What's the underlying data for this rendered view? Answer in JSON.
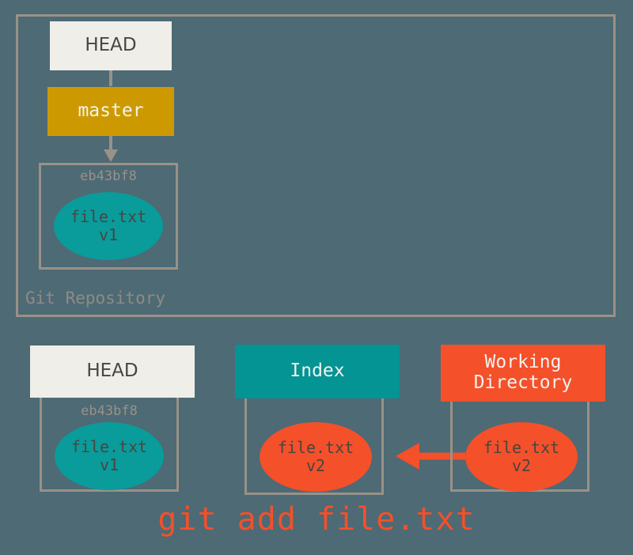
{
  "diagram": {
    "title": "git add file.txt",
    "background_color": "#4d6a75",
    "repository": {
      "label": "Git Repository",
      "head_label": "HEAD",
      "branch_label": "master",
      "commit": {
        "sha": "eb43bf8",
        "blob_name": "file.txt",
        "blob_version": "v1"
      }
    },
    "areas": {
      "head": {
        "label": "HEAD",
        "sha": "eb43bf8",
        "blob_name": "file.txt",
        "blob_version": "v1"
      },
      "index": {
        "label": "Index",
        "blob_name": "file.txt",
        "blob_version": "v2"
      },
      "working_directory": {
        "label_line1": "Working",
        "label_line2": "Directory",
        "blob_name": "file.txt",
        "blob_version": "v2"
      }
    },
    "command": "git add file.txt",
    "colors": {
      "background": "#4d6a75",
      "border": "#9a9187",
      "head_box": "#efeee8",
      "branch_box": "#cc9a00",
      "teal": "#0a9b9b",
      "orange": "#f4502a",
      "text_dark": "#4a4540",
      "text_light": "#f3f2ee",
      "label_gray": "#8e8b85"
    }
  }
}
